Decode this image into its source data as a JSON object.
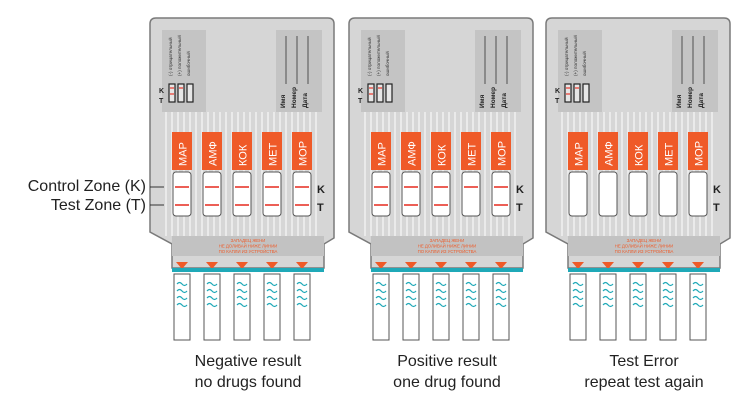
{
  "left_labels": {
    "control": "Control Zone (K)",
    "test": "Test Zone (T)"
  },
  "cassette": {
    "result_labels": [
      "(-) отрицательный",
      "(+) положительный",
      "ошибочный"
    ],
    "result_letters": [
      "K",
      "T"
    ],
    "form_fields": [
      "Имя",
      "Номер",
      "Дата"
    ],
    "drugs": [
      "МАР",
      "АМФ",
      "КОК",
      "МЕТ",
      "МОР"
    ],
    "side_k": "K",
    "side_t": "T",
    "sample_text": [
      "ЗАПАДЕЦ ЖЕНИ",
      "НЕ ДОЛИВАЙ НИЖЕ ЛИНИИ",
      "ПО КАПЛИ ИЗ УСТРОЙСТВА"
    ]
  },
  "panels": [
    {
      "caption": [
        "Negative result",
        "no drugs found"
      ],
      "lines": [
        [
          true,
          true
        ],
        [
          true,
          true
        ],
        [
          true,
          true
        ],
        [
          true,
          true
        ],
        [
          true,
          true
        ]
      ]
    },
    {
      "caption": [
        "Positive result",
        "one drug found"
      ],
      "lines": [
        [
          true,
          true
        ],
        [
          true,
          true
        ],
        [
          true,
          true
        ],
        [
          true,
          false
        ],
        [
          true,
          true
        ]
      ]
    },
    {
      "caption": [
        "Test Error",
        "repeat test again"
      ],
      "lines": [
        [
          false,
          false
        ],
        [
          false,
          false
        ],
        [
          false,
          false
        ],
        [
          false,
          false
        ],
        [
          false,
          false
        ]
      ]
    }
  ],
  "colors": {
    "body": "#d6d6d6",
    "outline": "#7a7a7a",
    "orange": "#ef5a28",
    "line_red": "#e8372c",
    "teal": "#1fa9b8",
    "text": "#222222"
  }
}
